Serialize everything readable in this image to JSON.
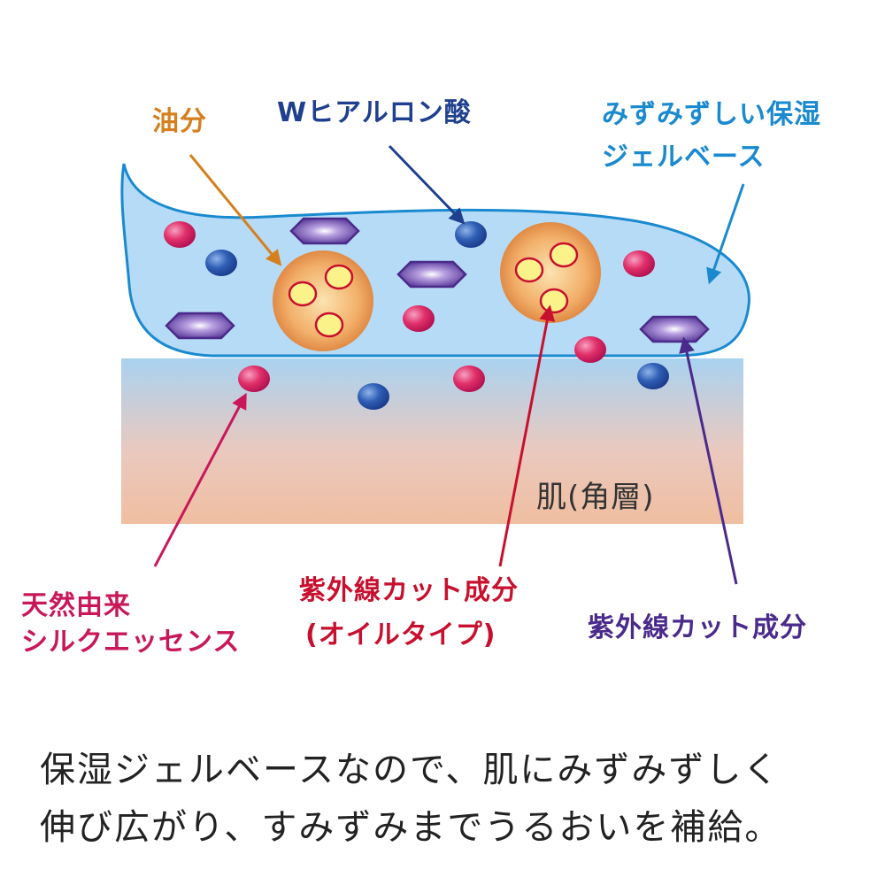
{
  "labels": {
    "oil": "油分",
    "hyaluronic": "Wヒアルロン酸",
    "gel_line1": "みずみずしい保湿",
    "gel_line2": "ジェルベース",
    "skin": "肌(角層)",
    "silk_line1": "天然由来",
    "silk_line2": "シルクエッセンス",
    "uv_oil_line1": "紫外線カット成分",
    "uv_oil_line2": "(オイルタイプ)",
    "uv": "紫外線カット成分"
  },
  "caption": {
    "line1": "保湿ジェルベースなので、肌にみずみずしく",
    "line2": "伸び広がり、すみずみまでうるおいを補給。"
  },
  "colors": {
    "oil": "#d5801f",
    "hyaluronic": "#1f3f8f",
    "gel": "#1a8ad0",
    "silk": "#c8185a",
    "uv_oil": "#c8102e",
    "uv": "#4a2a8a"
  }
}
